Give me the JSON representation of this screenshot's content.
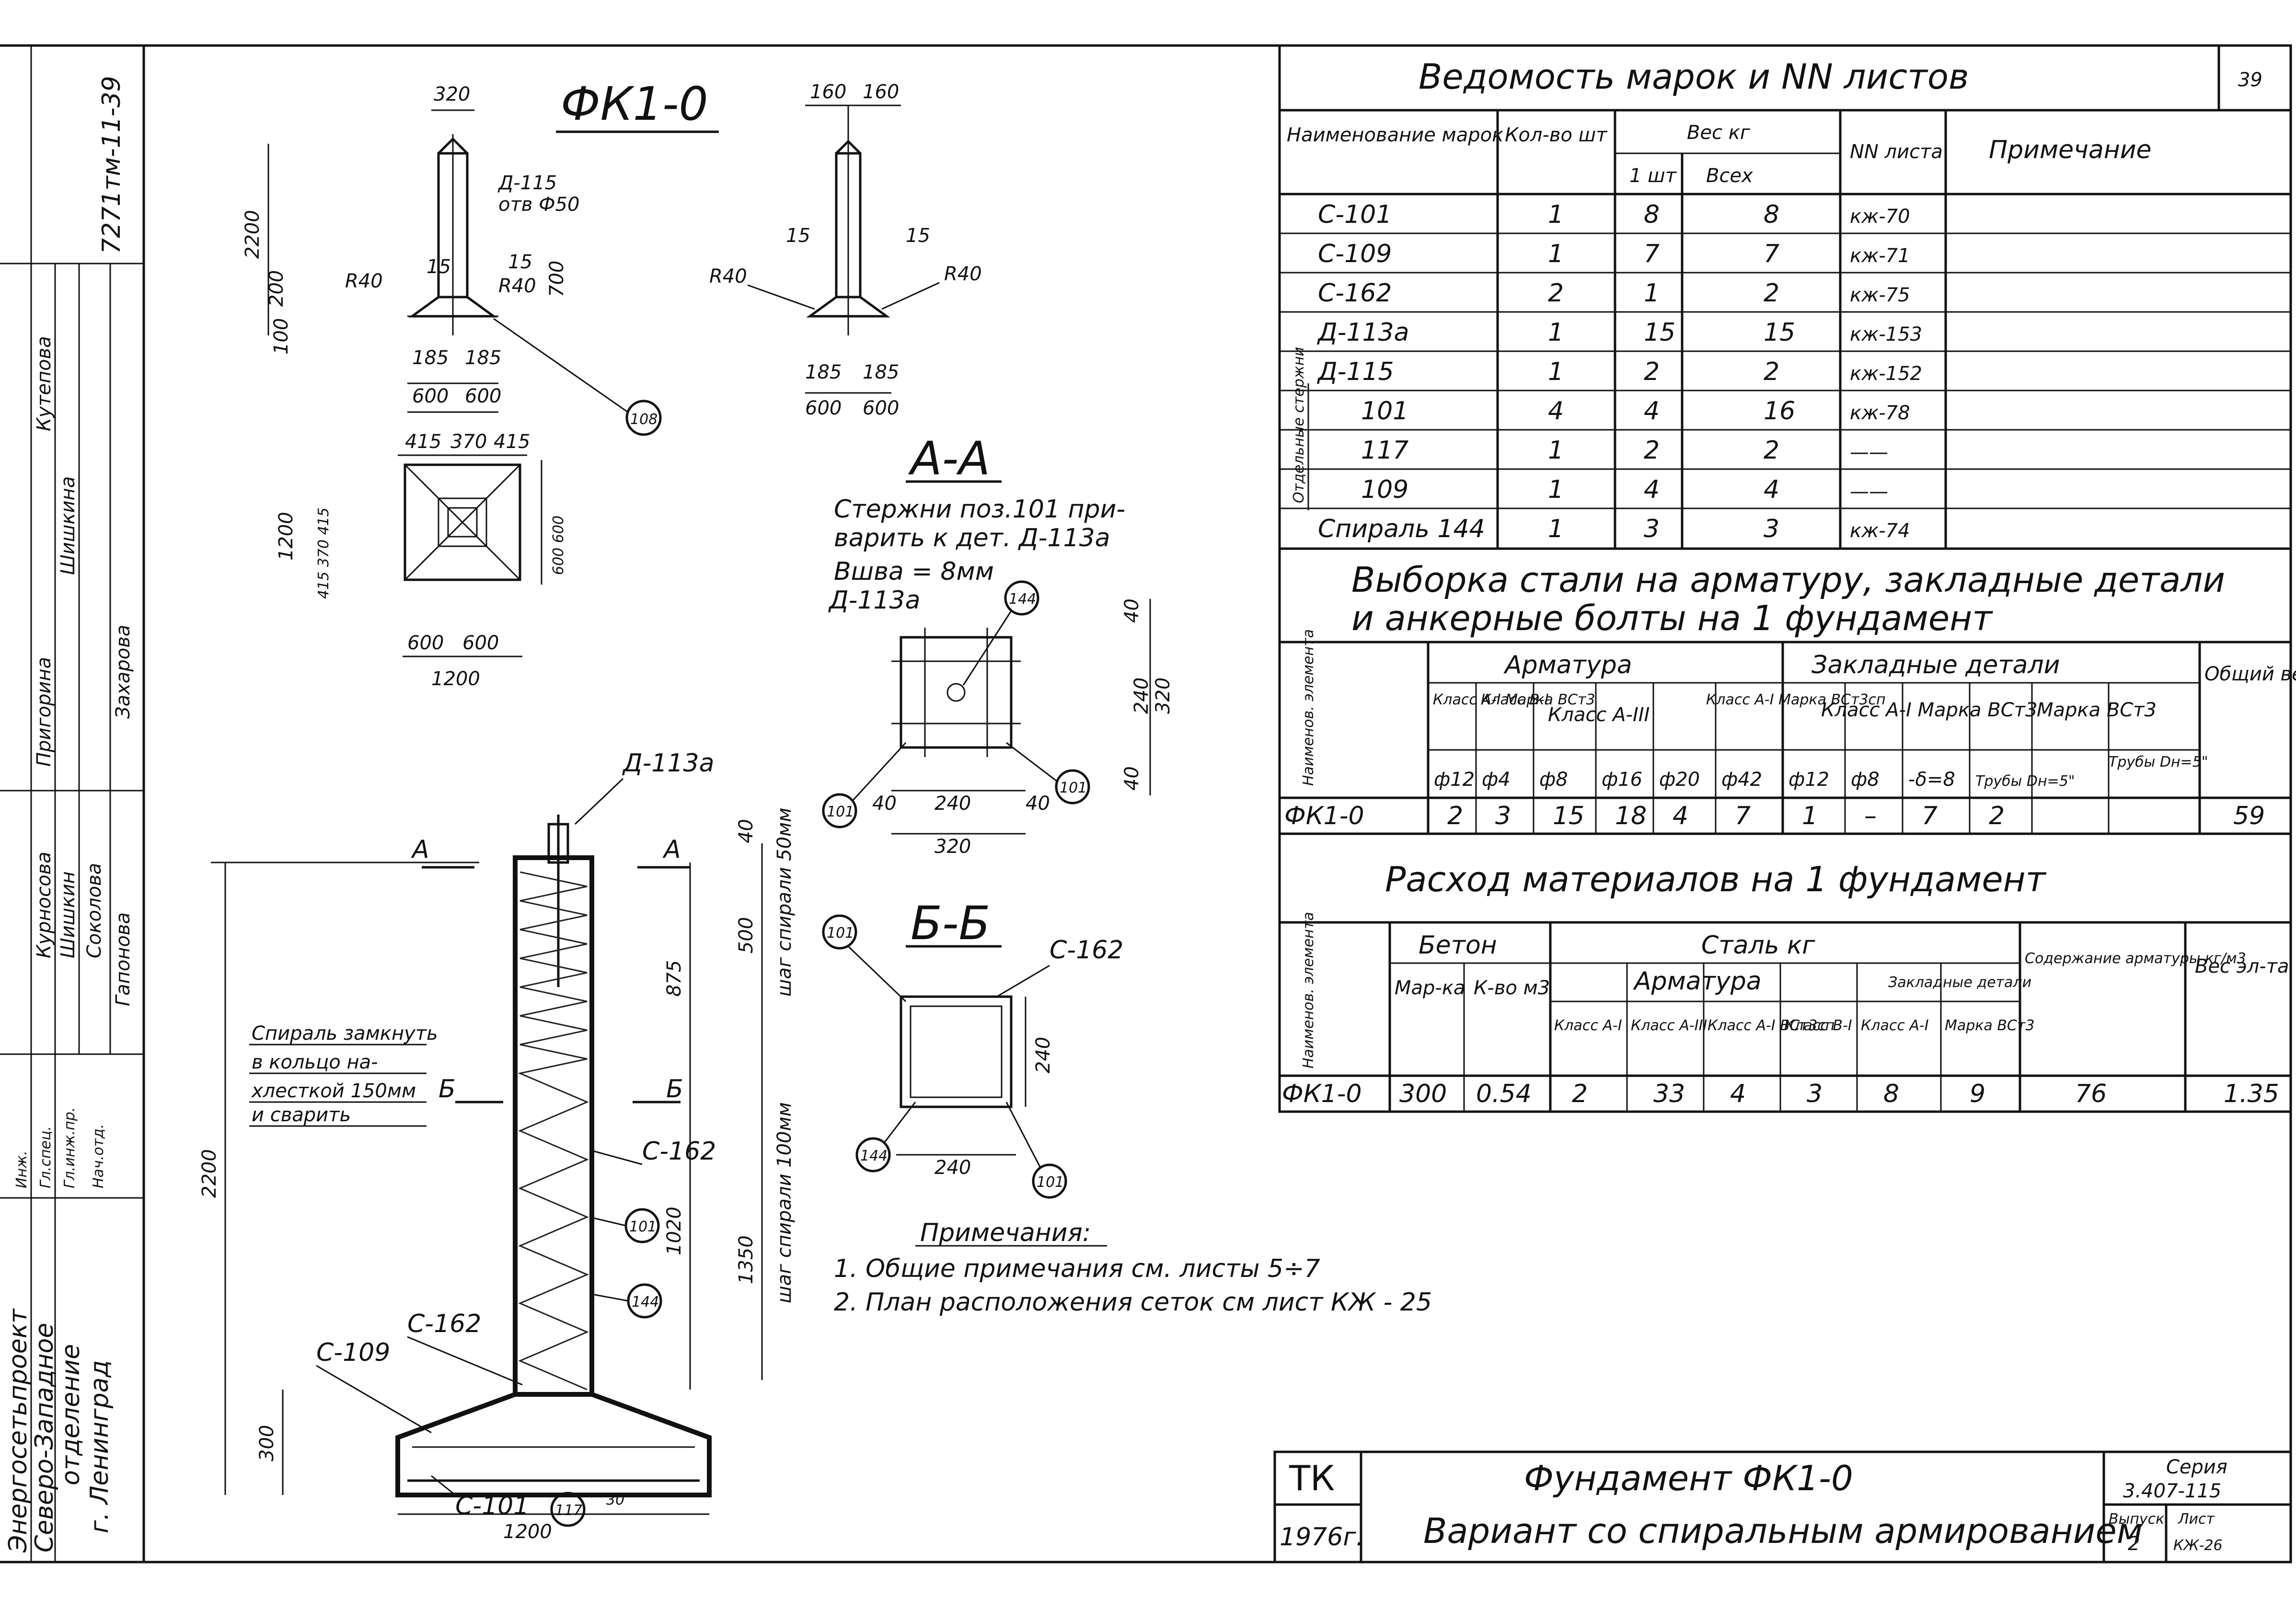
{
  "frame": {
    "side_stamp": {
      "code": "7271тм-11-39",
      "roles": [
        "Инж.",
        "Гл.спец.",
        "Гл.инж.пр.",
        "Нач.отд."
      ],
      "names": [
        "Кутепова",
        "Шишкина",
        "Пригорина",
        "Курносова",
        "Шишкин",
        "Соколова",
        "Гапонова",
        "Захарова"
      ],
      "org": [
        "Энергосетьпроект",
        "Северо-Западное",
        "отделение",
        "г. Ленинград"
      ]
    }
  },
  "drawing": {
    "title": "ФК1-0",
    "top_dims": {
      "d320": "320",
      "d2200": "2200",
      "d200": "200",
      "d100": "100",
      "d700": "700",
      "d15a": "15",
      "d15b": "15",
      "r40a": "R40",
      "r40b": "R40",
      "d185a": "185",
      "d185b": "185",
      "d600a": "600",
      "d600b": "600",
      "d115_label": "Д-115",
      "d115_hole": "отв Ф50",
      "pos108": "108"
    },
    "side_dims": {
      "d160a": "160",
      "d160b": "160",
      "d15a": "15",
      "d15b": "15",
      "r40a": "R40",
      "r40b": "R40",
      "d185a": "185",
      "d185b": "185",
      "d600a": "600",
      "d600b": "600"
    },
    "plan_dims": {
      "d415a": "415",
      "d370": "370",
      "d415b": "415",
      "d1200v": "1200",
      "d_small_v": "415 370 415",
      "d600v": "600 600",
      "d600a": "600",
      "d600b": "600",
      "d1200": "1200"
    },
    "elevation": {
      "label_d113": "Д-113а",
      "sec_a_left": "А",
      "sec_a_right": "А",
      "sec_b_left": "Б",
      "sec_b_right": "Б",
      "d2200": "2200",
      "d875": "875",
      "d1020": "1020",
      "d40": "40",
      "d500": "500",
      "spiral_pitch_top": "шаг спирали 50мм",
      "d1350": "1350",
      "spiral_pitch_bottom": "шаг спирали 100мм",
      "d300": "300",
      "d1200": "1200",
      "d30": "30",
      "c162a": "С-162",
      "c162b": "С-162",
      "c109": "С-109",
      "c101": "С-101",
      "pos101": "101",
      "pos144": "144",
      "pos117": "117",
      "spiral_note": [
        "Спираль замкнуть",
        "в кольцо на-",
        "хлесткой 150мм",
        "и сварить"
      ]
    },
    "section_aa": {
      "title": "А-А",
      "note": [
        "Стержни поз.101 при-",
        "варить к дет. Д-113а"
      ],
      "weld": "Вшва = 8мм",
      "label_d113": "Д-113а",
      "pos144": "144",
      "pos101a": "101",
      "pos101b": "101",
      "d40a": "40",
      "d240": "240",
      "d40b": "40",
      "d320": "320",
      "d40v": "40",
      "d240v": "240",
      "d320v": "320",
      "d40v2": "40"
    },
    "section_bb": {
      "title": "Б-Б",
      "c162": "С-162",
      "pos101a": "101",
      "pos144": "144",
      "pos101b": "101",
      "d240": "240",
      "d240v": "240"
    },
    "notes": {
      "title": "Примечания:",
      "items": [
        "1. Общие примечания см. листы 5÷7",
        "2. План расположения сеток см лист КЖ - 25"
      ]
    }
  },
  "sheet_list": {
    "title": "Ведомость марок и NN листов",
    "page": "39",
    "headers": {
      "name": "Наименование марок",
      "qty": "Кол-во шт",
      "weight": "Вес кг",
      "per_unit": "1 шт",
      "total": "Всех",
      "sheet": "NN листа",
      "note": "Примечание"
    },
    "group_label": "Отдельные стержни",
    "rows": [
      {
        "name": "С-101",
        "qty": "1",
        "w1": "8",
        "wall": "8",
        "sheet": "кж-70"
      },
      {
        "name": "С-109",
        "qty": "1",
        "w1": "7",
        "wall": "7",
        "sheet": "кж-71"
      },
      {
        "name": "С-162",
        "qty": "2",
        "w1": "1",
        "wall": "2",
        "sheet": "кж-75"
      },
      {
        "name": "Д-113а",
        "qty": "1",
        "w1": "15",
        "wall": "15",
        "sheet": "кж-153"
      },
      {
        "name": "Д-115",
        "qty": "1",
        "w1": "2",
        "wall": "2",
        "sheet": "кж-152"
      },
      {
        "name": "101",
        "qty": "4",
        "w1": "4",
        "wall": "16",
        "sheet": "кж-78"
      },
      {
        "name": "117",
        "qty": "1",
        "w1": "2",
        "wall": "2",
        "sheet": "——"
      },
      {
        "name": "109",
        "qty": "1",
        "w1": "4",
        "wall": "4",
        "sheet": "——"
      },
      {
        "name": "Спираль 144",
        "qty": "1",
        "w1": "3",
        "wall": "3",
        "sheet": "кж-74"
      }
    ]
  },
  "steel_selection": {
    "title1": "Выборка стали на арматуру, закладные детали",
    "title2": "и анкерные болты на 1 фундамент",
    "h_element": "Наименов. элемента",
    "h_armatura": "Арматура",
    "h_embedded": "Закладные детали",
    "h_total": "Общий вес кг",
    "h_classes": [
      "Класс А-I Марка ВСт3",
      "Класс В-I",
      "Класс А-III",
      "Класс А-I Марка ВСт3сп"
    ],
    "h_emb1": "Класс А-I Марка ВСт3",
    "h_emb2": "Марка ВСт3",
    "h_pipe": "Трубы Dн=5\"",
    "diams": [
      "ф12",
      "ф4",
      "ф8",
      "ф16",
      "ф20",
      "ф42",
      "ф12",
      "ф8",
      "-δ=8",
      "Трубы Dн=5\""
    ],
    "row": {
      "name": "ФК1-0",
      "values": [
        "2",
        "3",
        "15",
        "18",
        "4",
        "7",
        "1",
        "–",
        "7",
        "2"
      ],
      "total": "59"
    }
  },
  "materials": {
    "title": "Расход материалов на 1 фундамент",
    "h_element": "Наименов. элемента",
    "h_concrete": "Бетон",
    "h_mark": "Мар-ка",
    "h_vol": "К-во м3",
    "h_steel": "Сталь кг",
    "h_arm": "Арматура",
    "h_emb": "Закладные детали",
    "h_cols": [
      "Класс А-I",
      "Класс А-III",
      "Класс А-I ВСт3сп",
      "Класс В-I",
      "Класс А-I",
      "Марка ВСт3"
    ],
    "h_content": "Содержание арматуры кг/м3",
    "h_weight": "Вес эл-та т.",
    "row": {
      "name": "ФК1-0",
      "values": [
        "300",
        "0.54",
        "2",
        "33",
        "4",
        "3",
        "8",
        "9",
        "76",
        "1.35"
      ]
    }
  },
  "title_block": {
    "tk": "ТК",
    "year": "1976г.",
    "line1": "Фундамент ФК1-0",
    "line2": "Вариант со спиральным армированием",
    "series_label": "Серия",
    "series": "3.407-115",
    "issue_label": "Выпуск",
    "issue": "2",
    "sheet_label": "Лист",
    "sheet": "КЖ-26"
  }
}
